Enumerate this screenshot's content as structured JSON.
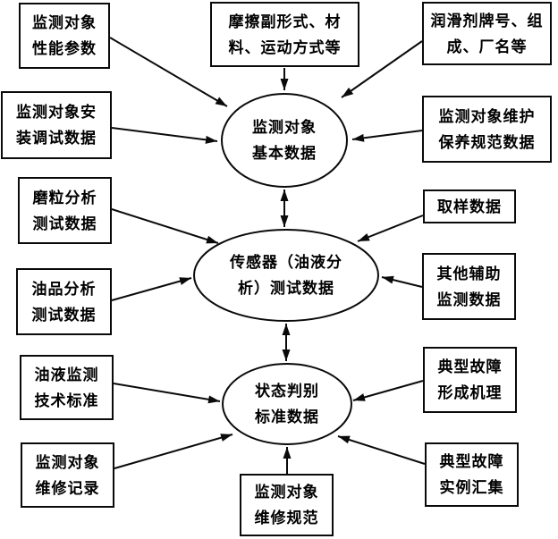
{
  "colors": {
    "ink": "#0a0a0a",
    "background": "#ffffff"
  },
  "diagram": {
    "ellipses": {
      "basic": {
        "label": "监测对象\n基本数据"
      },
      "sensor": {
        "label": "传感器（油液分\n析）测试数据"
      },
      "standard": {
        "label": "状态判别\n标准数据"
      }
    },
    "boxes": {
      "performance": {
        "label": "监测对象\n性能参数"
      },
      "installation": {
        "label": "监测对象安\n装调试数据"
      },
      "friction": {
        "label": "摩擦副形式、材\n料、运动方式等"
      },
      "lubricant": {
        "label": "润滑剂牌号、组\n成、厂名等"
      },
      "maint_spec": {
        "label": "监测对象维护\n保养规范数据"
      },
      "wear_particle": {
        "label": "磨粒分析\n测试数据"
      },
      "oil_analysis": {
        "label": "油品分析\n测试数据"
      },
      "sampling": {
        "label": "取样数据"
      },
      "auxiliary": {
        "label": "其他辅助\n监测数据"
      },
      "standards": {
        "label": "油液监测\n技术标准"
      },
      "repair_record": {
        "label": "监测对象\n维修记录"
      },
      "repair_spec": {
        "label": "监测对象\n维修规范"
      },
      "fault_mechanism": {
        "label": "典型故障\n形成机理"
      },
      "fault_examples": {
        "label": "典型故障\n实例汇集"
      }
    }
  }
}
